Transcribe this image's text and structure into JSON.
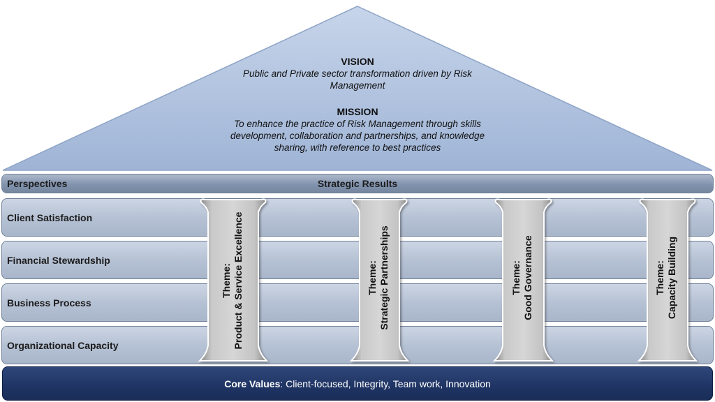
{
  "vision": {
    "heading": "VISION",
    "text_line1": "Public and Private sector transformation driven by Risk",
    "text_line2": "Management"
  },
  "mission": {
    "heading": "MISSION",
    "text_line1": "To enhance the practice of Risk Management through skills",
    "text_line2": "development, collaboration and partnerships, and knowledge",
    "text_line3": "sharing, with reference to best practices"
  },
  "header_bar": {
    "perspectives": "Perspectives",
    "strategic_results": "Strategic Results"
  },
  "perspectives": [
    "Client Satisfaction",
    "Financial Stewardship",
    "Business Process",
    "Organizational Capacity"
  ],
  "pillars": [
    {
      "line1": "Theme:",
      "line2": "Product & Service  Excellence"
    },
    {
      "line1": "Theme:",
      "line2": "Strategic Partnerships"
    },
    {
      "line1": "Theme:",
      "line2": "Good Governance"
    },
    {
      "line1": "Theme:",
      "line2": "Capacity Building"
    }
  ],
  "core_values": {
    "label": "Core Values",
    "text": ": Client-focused, Integrity, Team work, Innovation"
  },
  "colors": {
    "roof": "#a9bddc",
    "band": "#b4c0d3",
    "core_values_bg": "#1f3464",
    "pillar": "#c4c4c4"
  }
}
